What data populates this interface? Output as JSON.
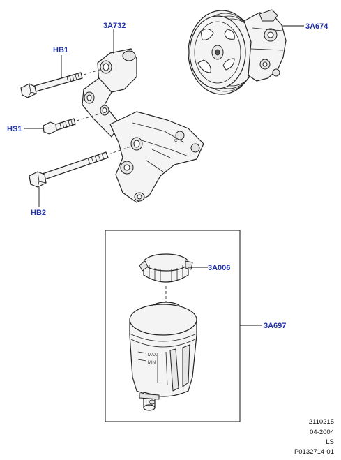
{
  "callouts": {
    "pump_bracket": "3A732",
    "pump": "3A674",
    "bolt_hb1": "HB1",
    "bolt_hs1": "HS1",
    "bolt_hb2": "HB2",
    "cap": "3A006",
    "reservoir": "3A697"
  },
  "reservoir_marks": {
    "max": "MAX",
    "min": "MIN"
  },
  "footer": {
    "code": "2110215",
    "date": "04-2004",
    "model": "LS",
    "illustration_id": "P0132714-01"
  }
}
